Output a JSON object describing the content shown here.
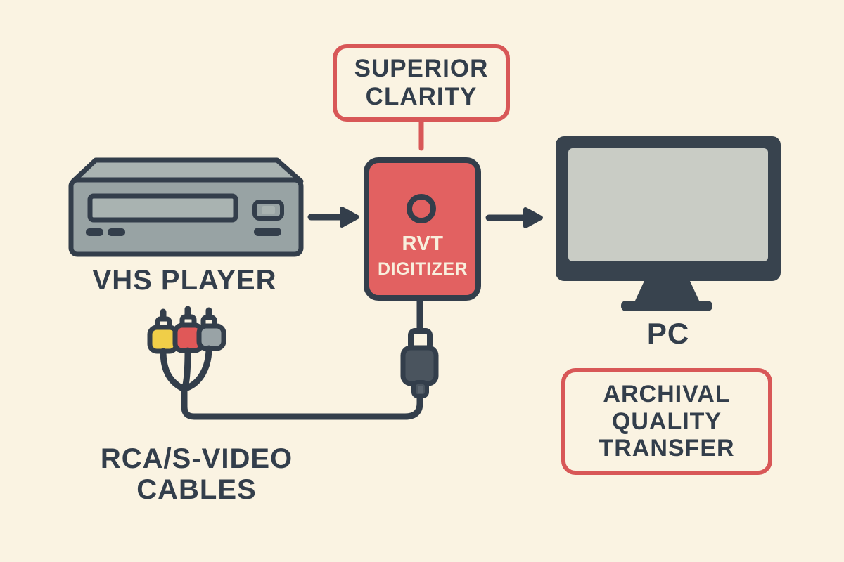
{
  "colors": {
    "background": "#FAF3E2",
    "ink": "#333E4B",
    "accent_red": "#D85757",
    "digitizer_red": "#E26161",
    "cream_text": "#F8EFDD",
    "device_gray": "#98A3A4",
    "device_gray_light": "#A9B3B1",
    "screen_gray": "#C9CCC5",
    "monitor_dark": "#38434E",
    "usb_gray": "#4A545E",
    "usb_gray_light": "#5A646E",
    "rca_yellow": "#F0CE48",
    "rca_red": "#E05858",
    "rca_gray": "#99A3A6"
  },
  "devices": {
    "vhs": {
      "label": "VHS PLAYER"
    },
    "digitizer": {
      "line1": "RVT",
      "line2": "DIGITIZER"
    },
    "pc": {
      "label": "PC"
    },
    "cables": {
      "line1": "RCA/S-VIDEO",
      "line2": "CABLES"
    }
  },
  "callouts": {
    "superior_clarity": {
      "line1": "SUPERIOR",
      "line2": "CLARITY"
    },
    "archival_quality": {
      "line1": "ARCHIVAL",
      "line2": "QUALITY",
      "line3": "TRANSFER"
    }
  },
  "icons": {
    "flow_arrow": "arrow-right",
    "led": "circle-outline"
  }
}
